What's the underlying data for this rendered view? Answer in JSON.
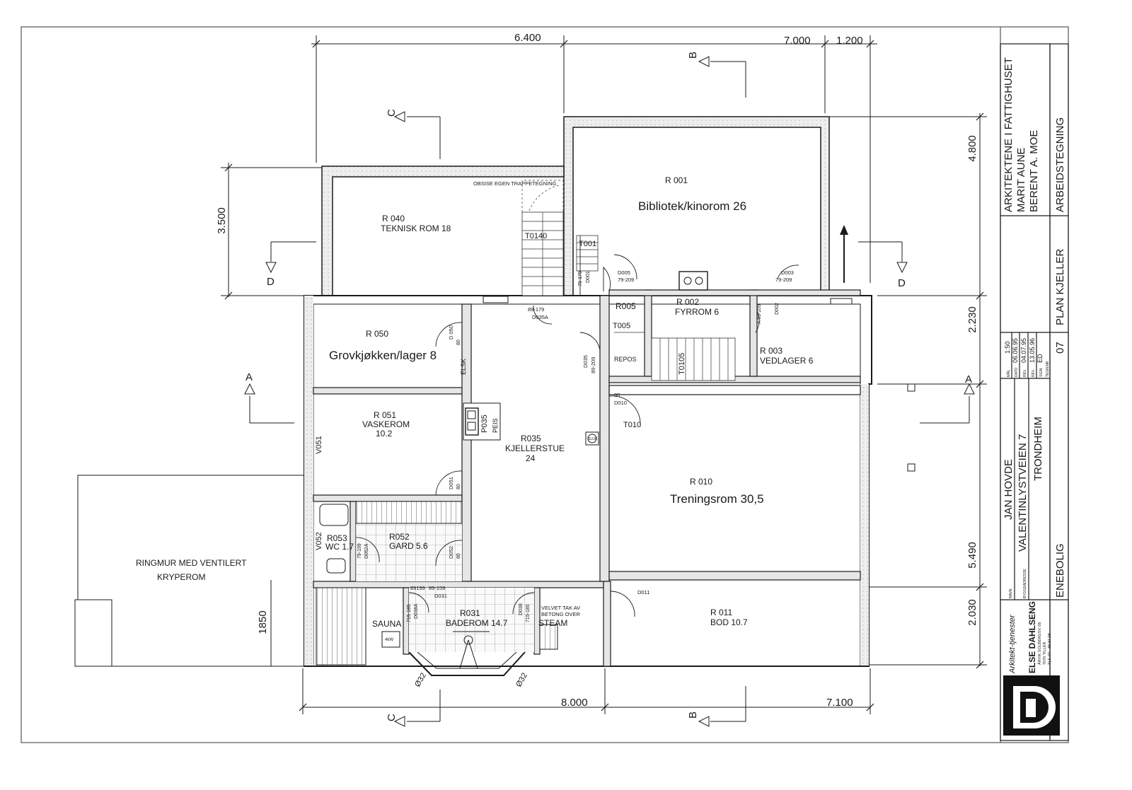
{
  "rooms": {
    "r001": {
      "code": "R 001",
      "name": "Bibliotek/kinorom 26"
    },
    "r040": {
      "code": "R 040",
      "name": "TEKNISK ROM 18"
    },
    "r050": {
      "code": "R 050",
      "name": "Grovkjøkken/lager 8"
    },
    "r051": {
      "code": "R 051",
      "name": "VASKEROM",
      "area": "10.2"
    },
    "r035": {
      "code": "R035",
      "name": "KJELLERSTUE",
      "area": "24"
    },
    "r002": {
      "code": "R 002",
      "name": "FYRROM 6"
    },
    "r005": {
      "code": "R005"
    },
    "r003": {
      "code": "R 003",
      "name": "VEDLAGER 6"
    },
    "r010": {
      "code": "R 010",
      "name": "Treningsrom 30,5"
    },
    "r053": {
      "code": "R053",
      "name": "WC 1.7"
    },
    "r052": {
      "code": "R052",
      "name": "GARD 5.6"
    },
    "r031": {
      "code": "R031",
      "name": "BADEROM 14.7"
    },
    "r011": {
      "code": "R 011",
      "name": "BOD 10.7"
    },
    "sauna": {
      "name": "SAUNA"
    },
    "steam": {
      "name": "STEAM"
    },
    "krypterom": {
      "line1": "RINGMUR MED VENTILERT",
      "line2": "KRYPEROM"
    }
  },
  "labels": {
    "obsise": "OBSISE EGEN TRAPPETEGNING",
    "repos": "REPOS",
    "elsk": "ELSK",
    "velvet": "VELVET TAK AV",
    "betong": "BETONG OVER",
    "t0140": "T0140",
    "t001": "T001",
    "t005": "T005",
    "t0105": "T0105",
    "t010": "T010",
    "d001": "D001",
    "d001_size": "79-179",
    "d005": "D005",
    "d005_size": "79-209",
    "d003": "D003",
    "d003_size": "79-209",
    "d002": "D002",
    "d002_size": "A 69-209",
    "d035a": "D035A",
    "d035a_size": "89-179",
    "d035": "D035",
    "d035_size": "89-209",
    "d050": "D 050",
    "d050_size": "80",
    "d051": "D051",
    "d051_size": "80",
    "d052": "D052",
    "d052_size": "80",
    "d052a": "D052A",
    "d052a_size": "79-199",
    "d031": "D031",
    "d031_size": "89-159",
    "d031_size2": "89199",
    "d038a": "D038A",
    "d038a_size": "715-185",
    "d038b": "D038",
    "d038b_size": "715-185",
    "d010": "D010",
    "d010_size": "80",
    "d011": "D011",
    "p035": "P035",
    "peis": "PEIS",
    "v051": "V051",
    "v052": "V052",
    "d32a": "Ø32",
    "d32b": "Ø32",
    "wc_mark": "4kW",
    "pump": "SLUK"
  },
  "dimensions": {
    "top1": "6.400",
    "top2": "7.000",
    "top3": "1.200",
    "left1": "3.500",
    "left2": "1850",
    "right1": "4.800",
    "right2": "2.230",
    "right3": "5.490",
    "right4": "2.030",
    "bottom1": "8.000",
    "bottom2": "7.100"
  },
  "sections": {
    "a": "A",
    "b": "B",
    "c": "C",
    "d": "D"
  },
  "title_block": {
    "architects": [
      "ARKITEKTENE I FATTIGHUSET",
      "MARIT AUNE",
      "BERENT A. MOE"
    ],
    "drawing_type": "ARBEIDSTEGNING",
    "plan": "PLAN KJELLER",
    "scale_label": "MÅL",
    "scale": "1:50",
    "date_label": "DATO",
    "date": "06.06.95",
    "rev_label": "REV.",
    "rev": "04.07.95",
    "rev2_label": "REV.",
    "rev2": "13.05.96",
    "sign_label": "SIGN.",
    "sign": "ED",
    "drawing_no_label": "TEGN.NR",
    "drawing_no": "07",
    "name_label": "NAVN",
    "name": "JAN HOVDE",
    "address_label": "BYGGEADRESSE",
    "address": "VALENTINLYSTVEIEN 7",
    "city": "TRONDHEIM",
    "building_type": "ENEBOLIG",
    "firm_script": "Arkitekt-tjenester",
    "firm": "ELSE DAHLSENG",
    "firm_addr1": "ÅRVIK SOLBERGSV. 06",
    "firm_addr2": "7070 TILLER",
    "firm_tel": "TLF. 07 - 88 94 08"
  }
}
